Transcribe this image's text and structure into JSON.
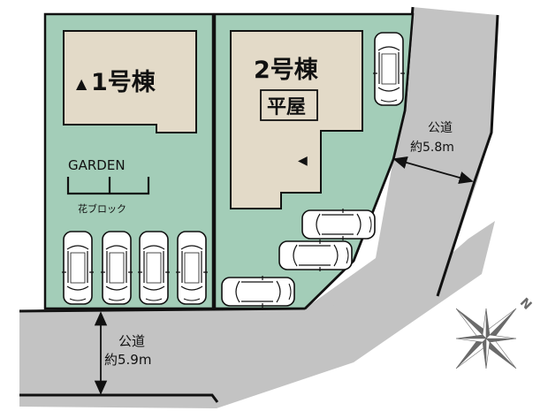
{
  "colors": {
    "lot_green": "#a3cdb8",
    "building_beige": "#e3dac8",
    "road_gray": "#c3c3c3",
    "outline": "#111111",
    "car_fill": "#ffffff",
    "compass_gray": "#6a6a6a"
  },
  "lots": [
    {
      "id": "lot-1",
      "building_label": "1号棟",
      "marker": "▲",
      "garden": {
        "label": "GARDEN",
        "block_label": "花ブロック"
      },
      "parking_spaces": 4
    },
    {
      "id": "lot-2",
      "building_label": "2号棟",
      "subtype_label": "平屋",
      "marker": "◀",
      "parking_spaces": 4
    }
  ],
  "roads": [
    {
      "id": "road-east",
      "label": "公道",
      "width_label": "約5.8m"
    },
    {
      "id": "road-south",
      "label": "公道",
      "width_label": "約5.9m"
    }
  ],
  "compass": {
    "north_label": "N"
  }
}
